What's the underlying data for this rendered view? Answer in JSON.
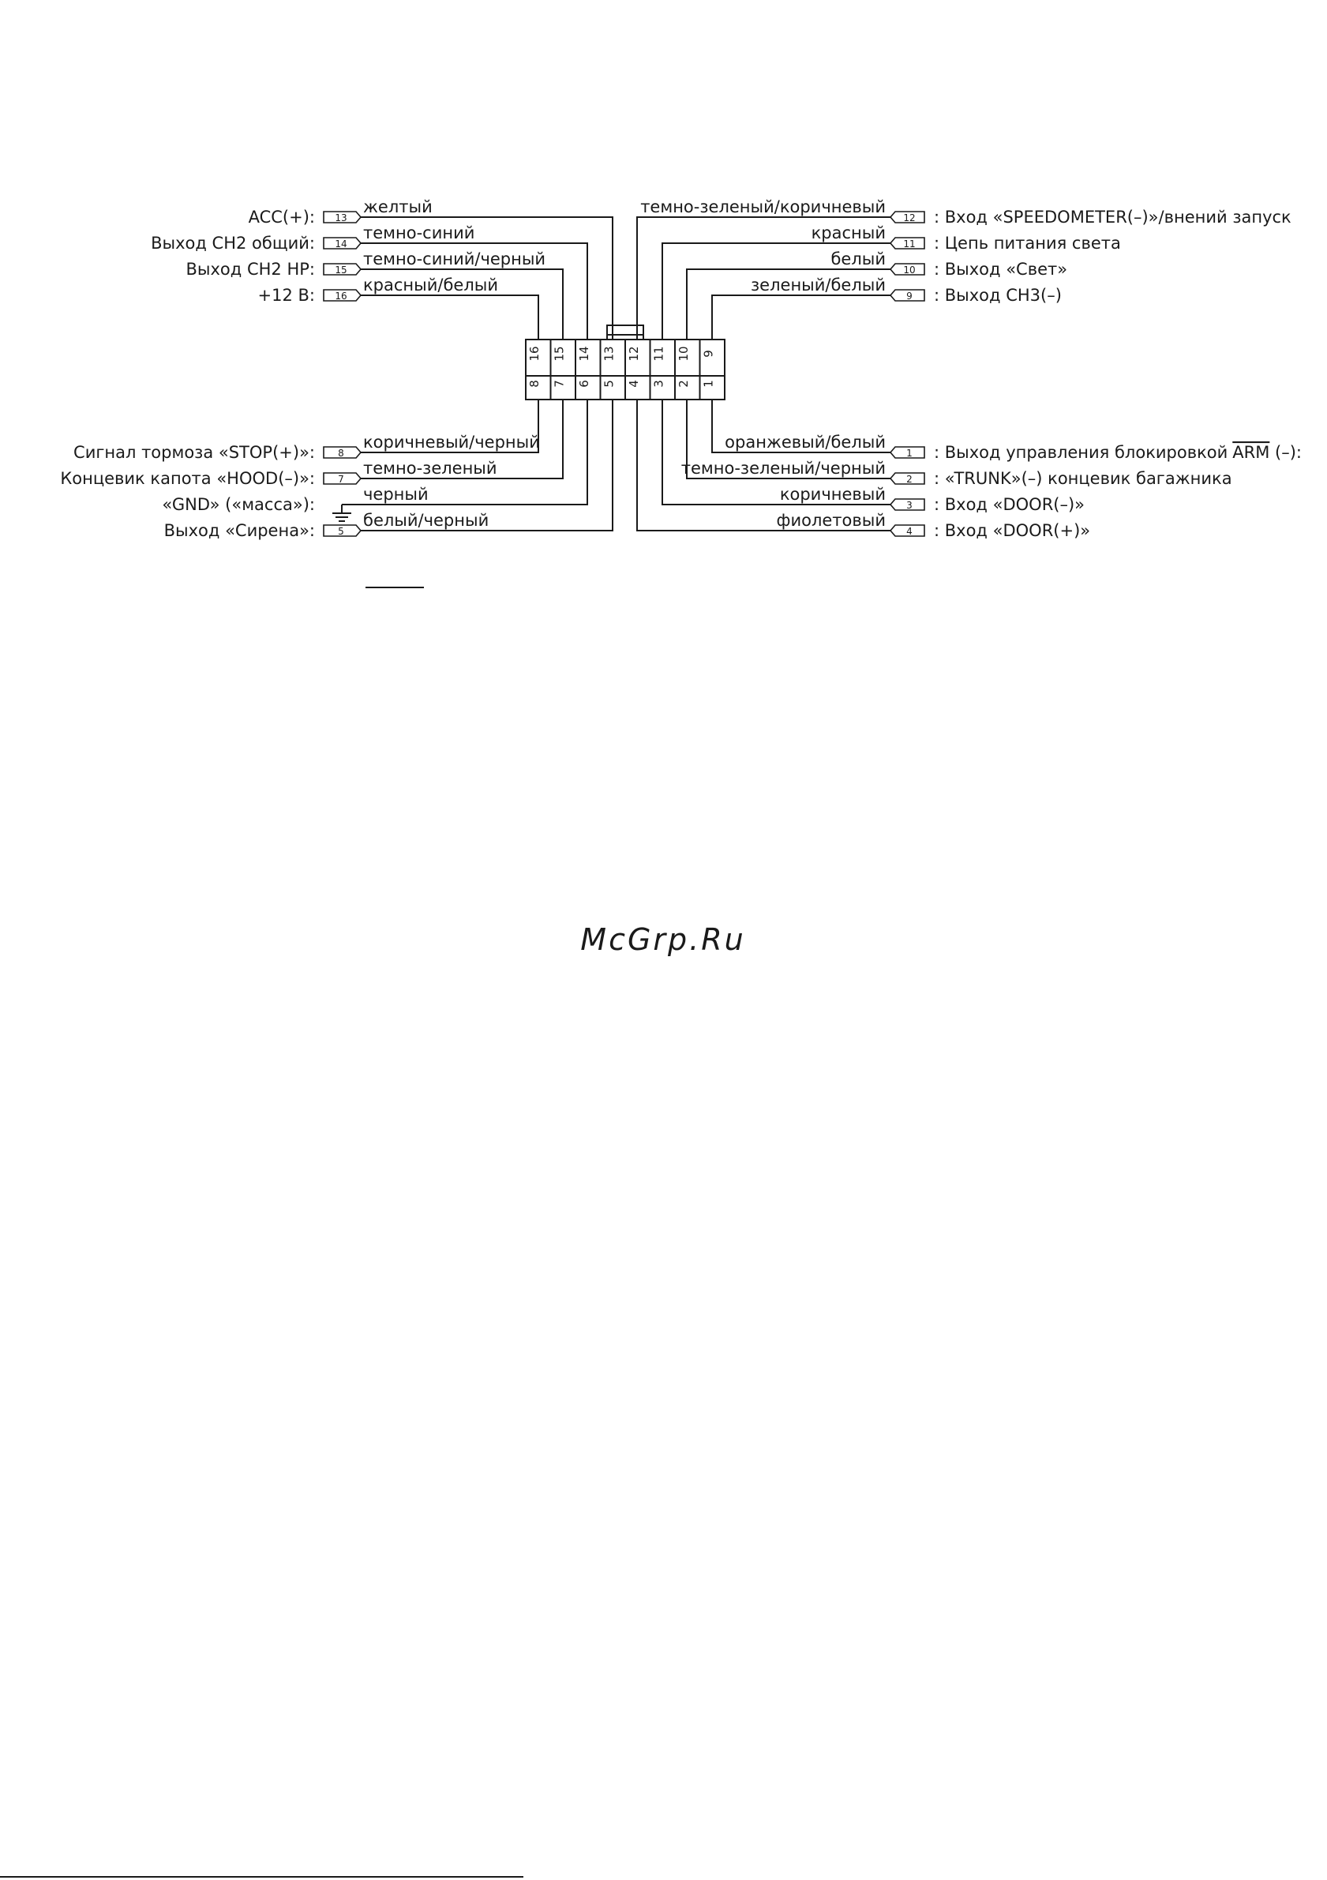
{
  "left_top": [
    {
      "label": "ACC(+):",
      "tag": "13",
      "color": "желтый"
    },
    {
      "label": "Выход CH2 общий:",
      "tag": "14",
      "color": "темно-синий"
    },
    {
      "label": "Выход CH2 HP:",
      "tag": "15",
      "color": "темно-синий/черный"
    },
    {
      "label": "+12 В:",
      "tag": "16",
      "color": "красный/белый"
    }
  ],
  "right_top": [
    {
      "label": ": Вход «SPEEDOMETER(–)»/внений запуск",
      "tag": "12",
      "color": "темно-зеленый/коричневый"
    },
    {
      "label": ": Цепь питания света",
      "tag": "11",
      "color": "красный"
    },
    {
      "label": ": Выход «Свет»",
      "tag": "10",
      "color": "белый"
    },
    {
      "label": ": Выход CH3(–)",
      "tag": "9",
      "color": "зеленый/белый"
    }
  ],
  "left_bottom": [
    {
      "label": "Сигнал тормоза «STOP(+)»:",
      "tag": "8",
      "color": "коричневый/черный"
    },
    {
      "label": "Концевик капота «HOOD(–)»:",
      "tag": "7",
      "color": "темно-зеленый"
    },
    {
      "label": "«GND» («масса»):",
      "tag": "",
      "color": "черный"
    },
    {
      "label": "Выход «Сирена»:",
      "tag": "5",
      "color": "белый/черный"
    }
  ],
  "right_bottom": [
    {
      "label": ": Выход управления блокировкой",
      "label_over": "ARM",
      "label_tail": " (–):",
      "tag": "1",
      "color": "оранжевый/белый"
    },
    {
      "label": ": «TRUNK»(–) концевик багажника",
      "tag": "2",
      "color": "темно-зеленый/черный"
    },
    {
      "label": ": Вход «DOOR(–)»",
      "tag": "3",
      "color": "коричневый"
    },
    {
      "label": ": Вход «DOOR(+)»",
      "tag": "4",
      "color": "фиолетовый"
    }
  ],
  "connector": {
    "top_pins": [
      "16",
      "15",
      "14",
      "13",
      "12",
      "11",
      "10",
      "9"
    ],
    "bottom_pins": [
      "8",
      "7",
      "6",
      "5",
      "4",
      "3",
      "2",
      "1"
    ]
  },
  "watermark": "McGrp.Ru",
  "colors": {
    "line": "#1a1a1a",
    "watermark": "#c0282d"
  }
}
